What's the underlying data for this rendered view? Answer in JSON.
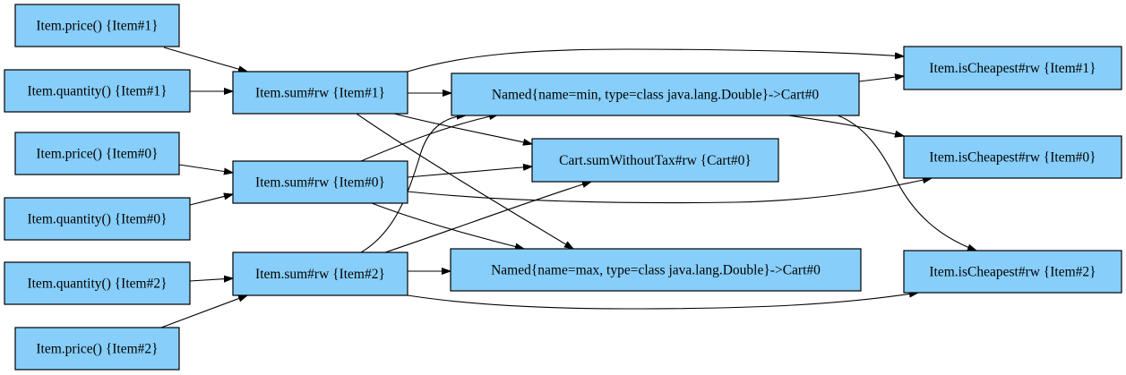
{
  "diagram": {
    "type": "directed-graph",
    "node_fill": "#87cefa",
    "nodes": {
      "price1": "Item.price() {Item#1}",
      "qty1": "Item.quantity() {Item#1}",
      "price0": "Item.price() {Item#0}",
      "qty0": "Item.quantity() {Item#0}",
      "qty2": "Item.quantity() {Item#2}",
      "price2": "Item.price() {Item#2}",
      "sum1": "Item.sum#rw {Item#1}",
      "sum0": "Item.sum#rw {Item#0}",
      "sum2": "Item.sum#rw {Item#2}",
      "min": "Named{name=min, type=class java.lang.Double}->Cart#0",
      "cartsum": "Cart.sumWithoutTax#rw {Cart#0}",
      "max": "Named{name=max, type=class java.lang.Double}->Cart#0",
      "cheap1": "Item.isCheapest#rw {Item#1}",
      "cheap0": "Item.isCheapest#rw {Item#0}",
      "cheap2": "Item.isCheapest#rw {Item#2}"
    },
    "edges": [
      {
        "from": "price1",
        "to": "sum1"
      },
      {
        "from": "qty1",
        "to": "sum1"
      },
      {
        "from": "price0",
        "to": "sum0"
      },
      {
        "from": "qty0",
        "to": "sum0"
      },
      {
        "from": "qty2",
        "to": "sum2"
      },
      {
        "from": "price2",
        "to": "sum2"
      },
      {
        "from": "sum1",
        "to": "min"
      },
      {
        "from": "sum1",
        "to": "cartsum"
      },
      {
        "from": "sum1",
        "to": "cheap1"
      },
      {
        "from": "sum1",
        "to": "max"
      },
      {
        "from": "sum0",
        "to": "min"
      },
      {
        "from": "sum0",
        "to": "cartsum"
      },
      {
        "from": "sum0",
        "to": "max"
      },
      {
        "from": "sum0",
        "to": "cheap0"
      },
      {
        "from": "sum2",
        "to": "max"
      },
      {
        "from": "sum2",
        "to": "min"
      },
      {
        "from": "sum2",
        "to": "cartsum"
      },
      {
        "from": "sum2",
        "to": "cheap2"
      },
      {
        "from": "min",
        "to": "cheap1"
      },
      {
        "from": "min",
        "to": "cheap0"
      },
      {
        "from": "min",
        "to": "cheap2"
      }
    ]
  }
}
